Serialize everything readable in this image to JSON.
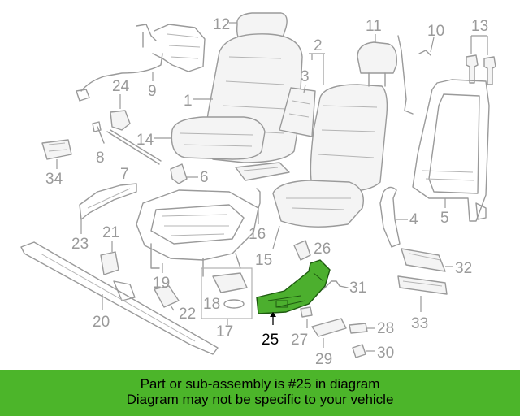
{
  "callouts": [
    "1",
    "2",
    "3",
    "4",
    "5",
    "6",
    "7",
    "8",
    "9",
    "10",
    "11",
    "12",
    "13",
    "14",
    "15",
    "16",
    "17",
    "18",
    "19",
    "20",
    "21",
    "22",
    "23",
    "24",
    "25",
    "26",
    "27",
    "28",
    "29",
    "30",
    "31",
    "32",
    "33",
    "34"
  ],
  "highlight": {
    "part_number": "25",
    "color": "#4caf2e"
  },
  "banner": {
    "line1": "Part or sub-assembly is #25 in diagram",
    "line2": "Diagram may not be specific to your vehicle",
    "color": "#4cb52a"
  }
}
